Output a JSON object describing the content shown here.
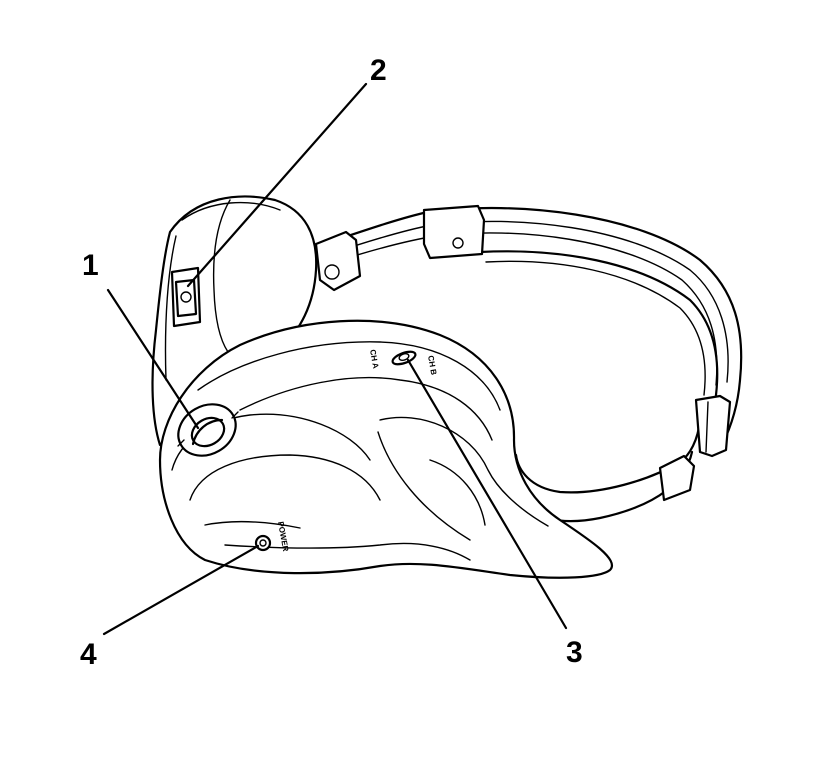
{
  "callouts": {
    "c1": "1",
    "c2": "2",
    "c3": "3",
    "c4": "4"
  },
  "labels": {
    "power": "POWER",
    "ch_a": "CH A",
    "ch_b": "CH B"
  },
  "colors": {
    "line": "#000000",
    "background": "#ffffff"
  }
}
